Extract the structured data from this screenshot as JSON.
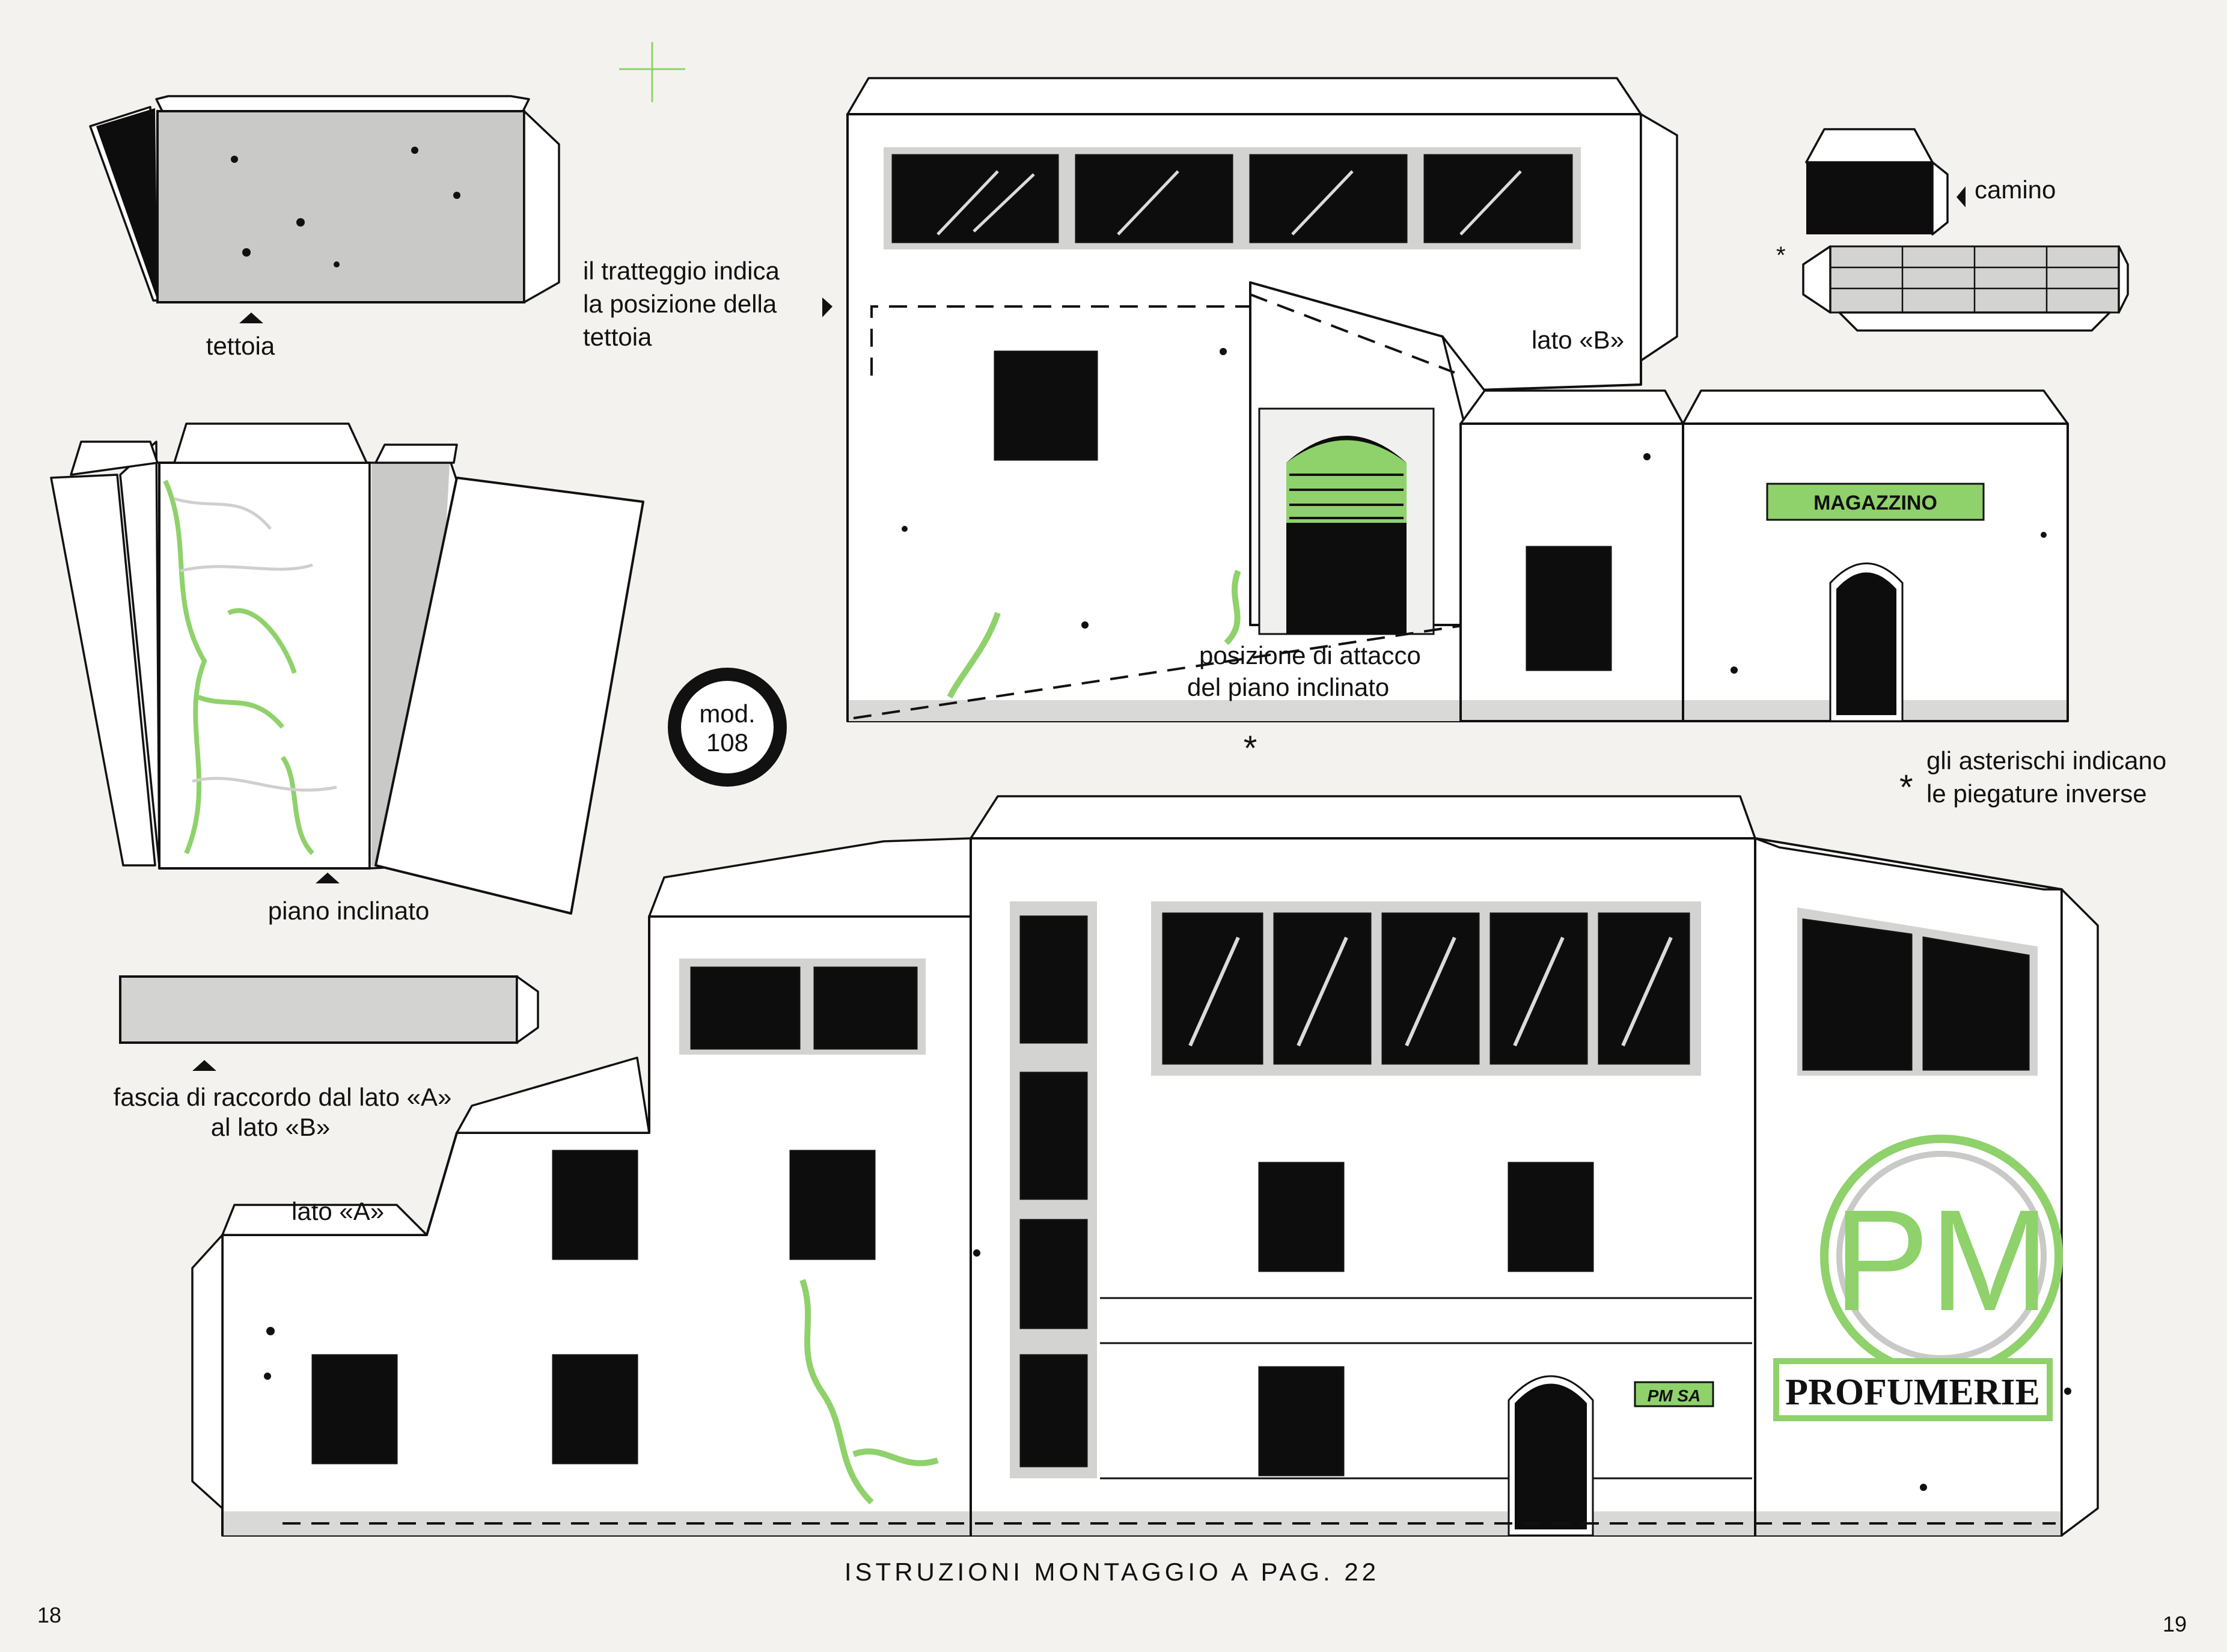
{
  "labels": {
    "tettoia": "tettoia",
    "tratteggio_line1": "il tratteggio indica",
    "tratteggio_line2": "la posizione della",
    "tratteggio_line3": "tettoia",
    "lato_b": "lato «B»",
    "camino": "camino",
    "magazzino": "MAGAZZINO",
    "piano_inclinato": "piano inclinato",
    "mod_line1": "mod.",
    "mod_line2": "108",
    "attacco_line1": "posizione di attacco",
    "attacco_line2": "del piano inclinato",
    "asterischi_line1": "gli asterischi indicano",
    "asterischi_line2": "le piegature inverse",
    "fascia_line1": "fascia di raccordo dal lato «A»",
    "fascia_line2": "al lato «B»",
    "lato_a": "lato «A»",
    "pm_logo": "PM",
    "profumerie": "PROFUMERIE",
    "pm_sa": "PM SA",
    "istruzioni": "ISTRUZIONI MONTAGGIO A PAG. 22",
    "page_left": "18",
    "page_right": "19",
    "asterisk": "*"
  },
  "colors": {
    "accent_green": "#8fd16b",
    "panel_gray": "#c9c9c7",
    "ink": "#111111",
    "paper": "#f4f2ee"
  }
}
